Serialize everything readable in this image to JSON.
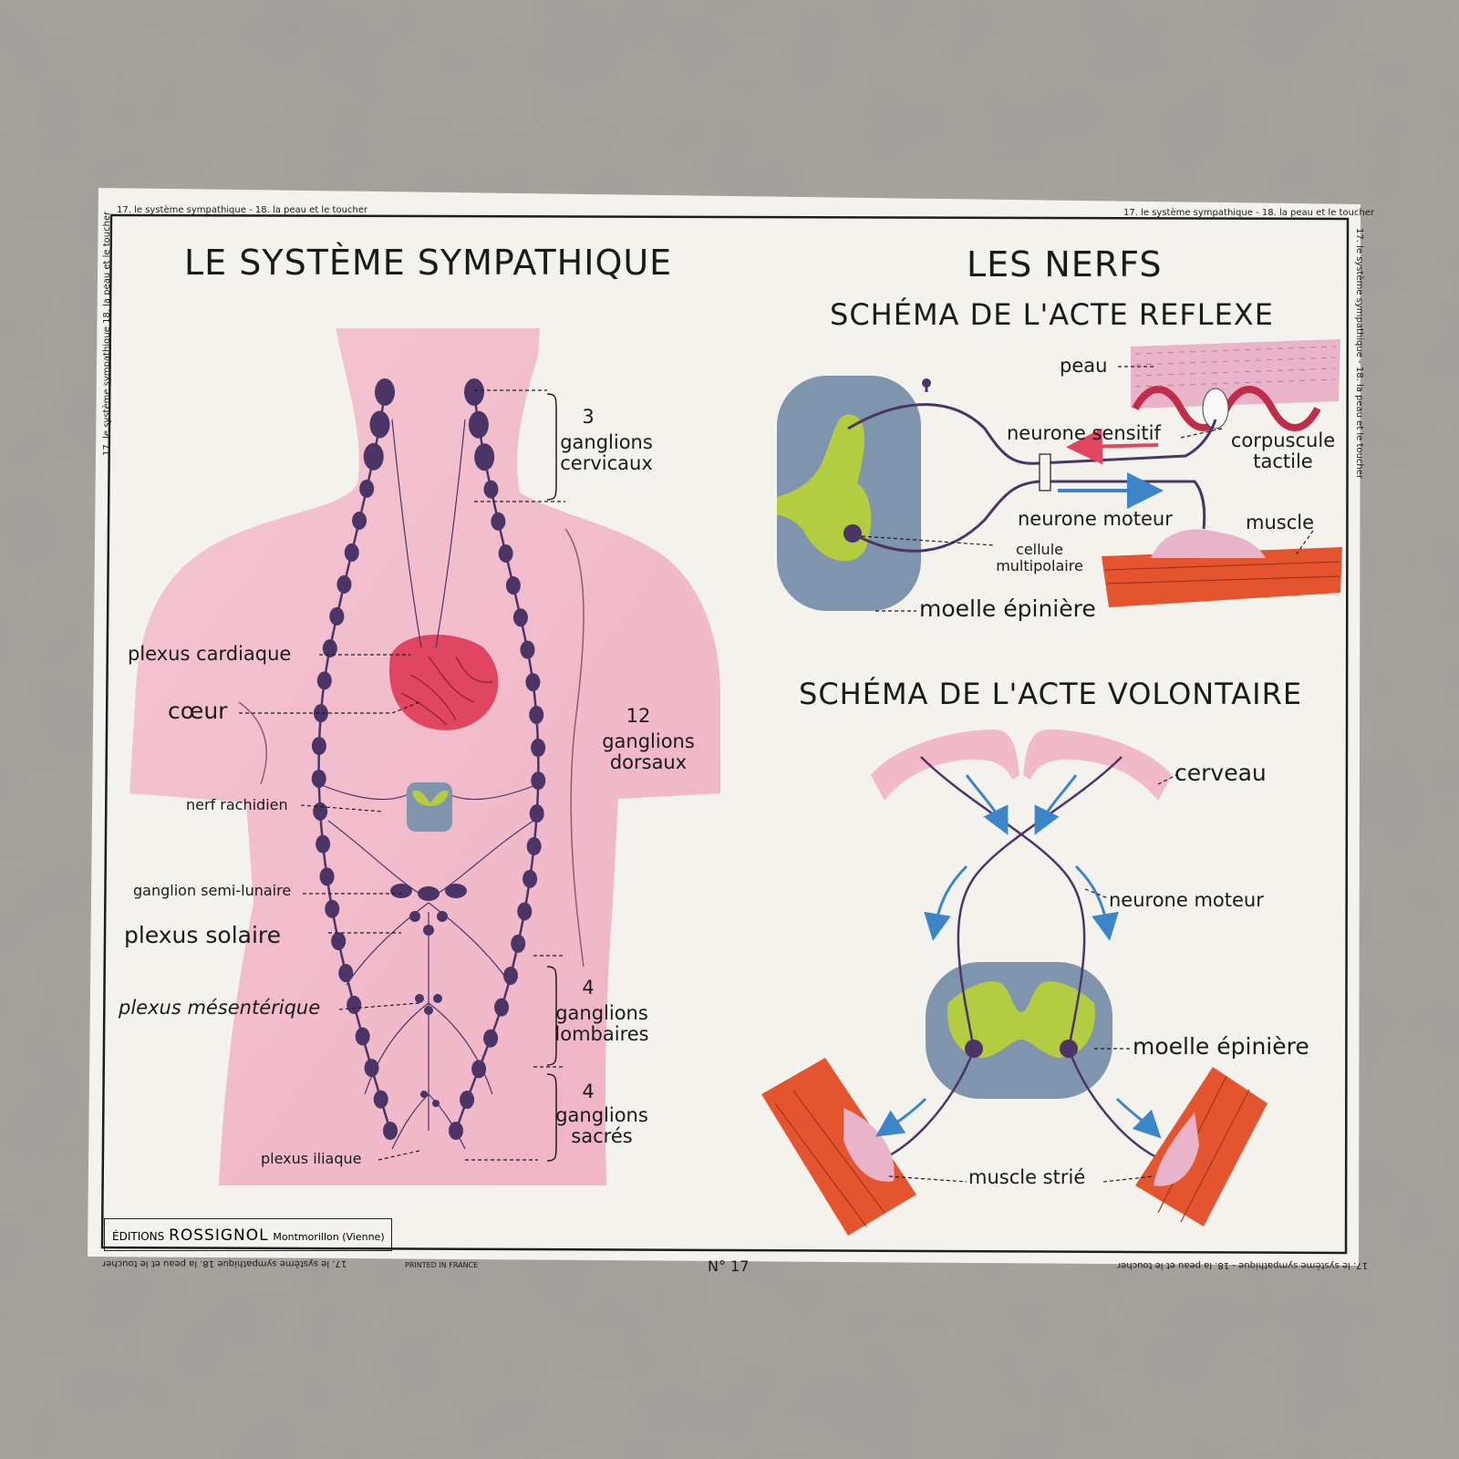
{
  "header": {
    "strip_left": "17. le système sympathique - 18. la peau et le toucher",
    "strip_right": "17. le système sympathique - 18. la peau et le toucher",
    "strip_bottom_left": "17. le système sympathique 18. la peau et le toucher",
    "strip_bottom_right": "17. le système sympathique - 18. la peau et le toucher",
    "side_left": "17. le système sympathique 18. la peau et le toucher",
    "side_right": "17. le système sympathique - 18. la peau et le toucher"
  },
  "left": {
    "title": "LE SYSTÈME SYMPATHIQUE",
    "labels": {
      "cervical_num": "3",
      "cervical_text": "ganglions cervicaux",
      "plexus_cardiaque": "plexus cardiaque",
      "coeur": "cœur",
      "dorsal_num": "12",
      "dorsal_text": "ganglions dorsaux",
      "nerf_rachidien": "nerf rachidien",
      "ganglion_semi_lunaire": "ganglion semi-lunaire",
      "plexus_solaire": "plexus solaire",
      "plexus_mesenterique": "plexus mésentérique",
      "lombaire_num": "4",
      "lombaire_text": "ganglions lombaires",
      "sacre_num": "4",
      "sacre_text": "ganglions sacrés",
      "plexus_iliaque": "plexus iliaque"
    }
  },
  "right": {
    "title": "LES NERFS",
    "reflexe_title": "SCHÉMA DE L'ACTE REFLEXE",
    "reflexe": {
      "peau": "peau",
      "neurone_sensitif": "neurone sensitif",
      "corpuscule": "corpuscule tactile",
      "neurone_moteur": "neurone moteur",
      "muscle": "muscle",
      "cellule": "cellule multipolaire",
      "moelle": "moelle épinière"
    },
    "volontaire_title": "SCHÉMA DE L'ACTE VOLONTAIRE",
    "volontaire": {
      "cerveau": "cerveau",
      "neurone_moteur": "neurone moteur",
      "moelle": "moelle épinière",
      "muscle_strie": "muscle strié"
    }
  },
  "footer": {
    "publisher_prefix": "ÉDITIONS",
    "publisher_name": "ROSSIGNOL",
    "publisher_city": "Montmorillon (Vienne)",
    "printed": "PRINTED IN FRANCE",
    "number": "N° 17"
  },
  "colors": {
    "paper": "#f4f2ec",
    "body_pink": "#f1bccc",
    "heart_red": "#e04660",
    "nerve_purple": "#4a3566",
    "cord_grey": "#7f95ad",
    "cord_green": "#b4cc3f",
    "muscle_red": "#e4552f",
    "arrow_blue": "#3a86c8"
  }
}
